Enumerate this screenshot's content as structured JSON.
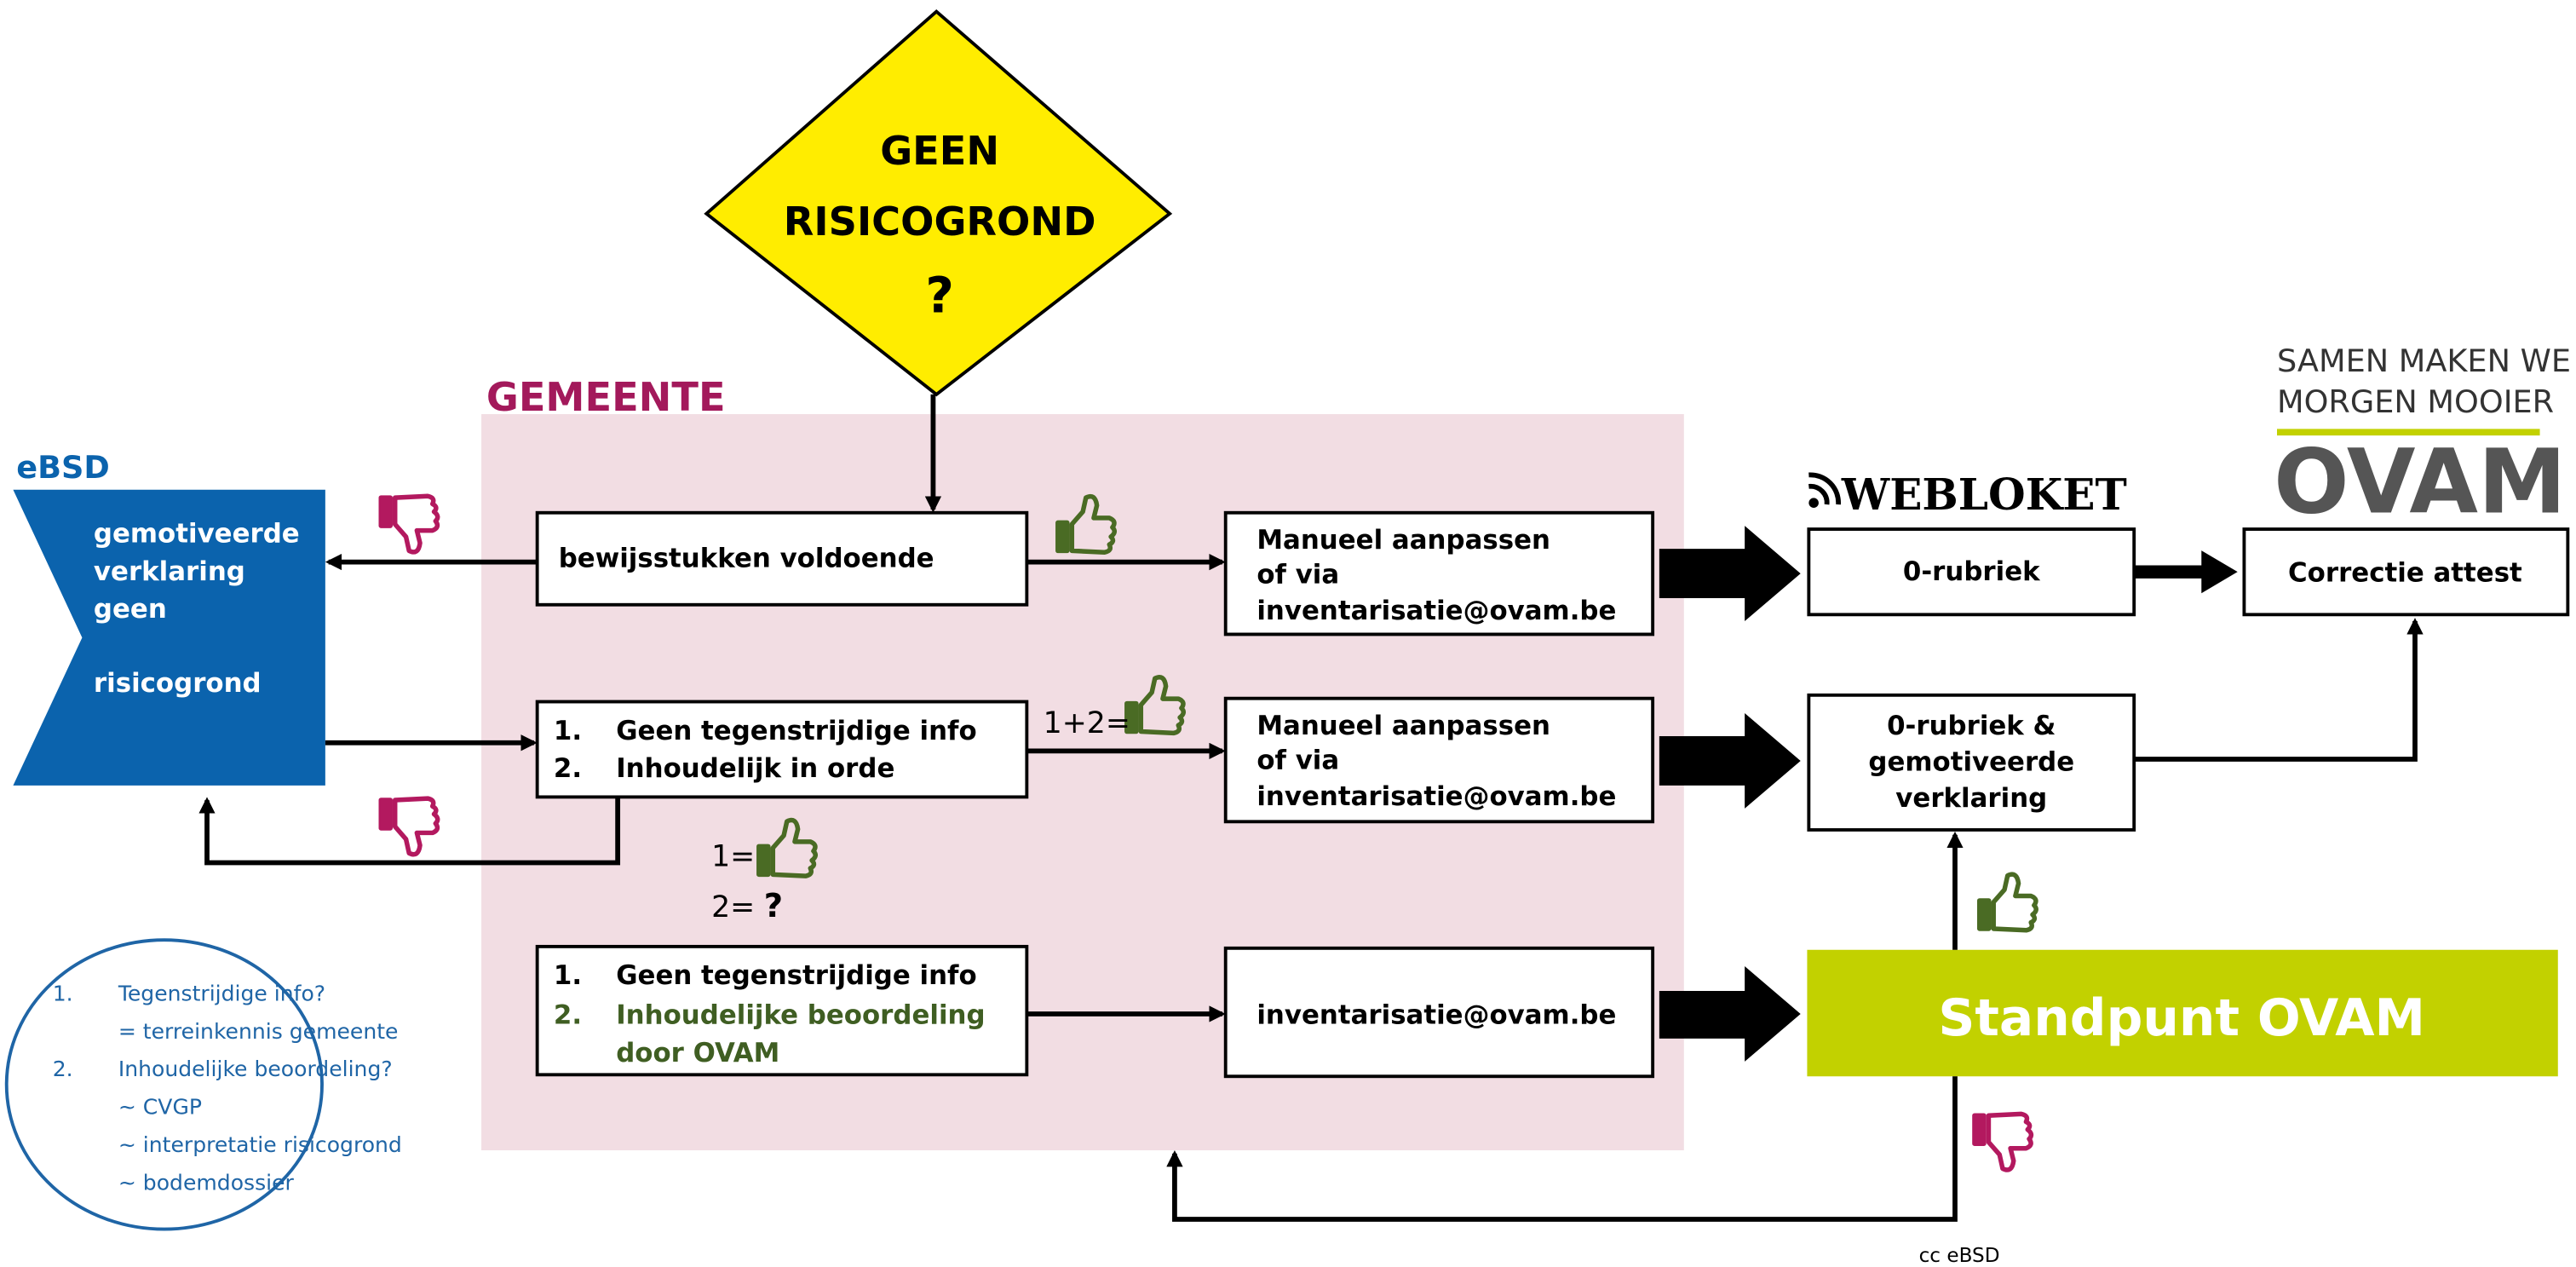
{
  "colors": {
    "diamond": "#ffed00",
    "gemeente_bg": "#f2dde3",
    "gemeente_label": "#a3195b",
    "ebsd_blue": "#0b63ad",
    "ovam_green": "#c2d100",
    "thumb_up": "#4a6b24",
    "thumb_down": "#b3195f",
    "ovam_grey": "#555555"
  },
  "diamond": {
    "line1": "GEEN",
    "line2": "RISICOGROND",
    "line3": "?"
  },
  "gemeente": {
    "label": "GEMEENTE"
  },
  "ebsd": {
    "label": "eBSD",
    "lines": [
      "gemotiveerde",
      "verklaring",
      "geen",
      "risicogrond"
    ]
  },
  "gemeente_boxes": {
    "box1": "bewijsstukken voldoende",
    "box2": {
      "n1": "1.",
      "t1": "Geen tegenstrijdige info",
      "n2": "2.",
      "t2": "Inhoudelijk in orde"
    },
    "box3": {
      "n1": "1.",
      "t1": "Geen tegenstrijdige info",
      "n2": "2.",
      "t2a": "Inhoudelijke beoordeling",
      "t2b": "door OVAM"
    }
  },
  "annotations": {
    "one_plus_two": "1+2=",
    "one": "1=",
    "two": "2=",
    "two_q": "?",
    "cc": "cc eBSD"
  },
  "action_boxes": {
    "manueel1": [
      "Manueel aanpassen",
      "of via",
      "inventarisatie@ovam.be"
    ],
    "manueel2": [
      "Manueel aanpassen",
      "of via",
      "inventarisatie@ovam.be"
    ],
    "mail": "inventarisatie@ovam.be"
  },
  "webloket": {
    "label": "WEBLOKET",
    "icon": "rss-icon",
    "box1": "0-rubriek",
    "box2": [
      "0-rubriek &",
      "gemotiveerde",
      "verklaring"
    ]
  },
  "correctie": "Correctie attest",
  "standpunt": "Standpunt OVAM",
  "ovam_logo": {
    "tagline1": "SAMEN MAKEN WE",
    "tagline2": "MORGEN MOOIER",
    "name": "OVAM"
  },
  "legend": {
    "items": [
      {
        "num": "1.",
        "title": "Tegenstrijdige info?",
        "subs": [
          "= terreinkennis gemeente"
        ]
      },
      {
        "num": "2.",
        "title": "Inhoudelijke beoordeling?",
        "subs": [
          "~ CVGP",
          "~ interpretatie risicogrond",
          "~ bodemdossier"
        ]
      }
    ]
  }
}
